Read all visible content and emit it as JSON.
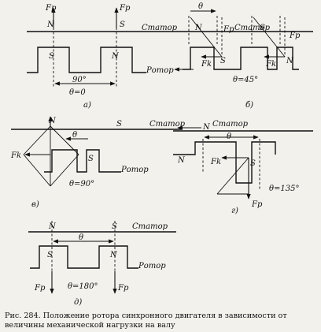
{
  "labels": {
    "stator": "Статор",
    "rotor": "Ротор",
    "N": "N",
    "S": "S",
    "Fp": "Fp",
    "Fk": "Fk",
    "theta": "θ"
  },
  "panels": {
    "a": {
      "tag": "а)",
      "angle": "θ=0",
      "deg": "90°"
    },
    "b": {
      "tag": "б)",
      "angle": "θ=45°"
    },
    "v": {
      "tag": "в)",
      "angle": "θ=90°"
    },
    "g": {
      "tag": "г)",
      "angle": "θ=135°"
    },
    "d": {
      "tag": "д)",
      "angle": "θ=180°"
    }
  },
  "caption": {
    "number": "Рис. 284.",
    "text": "Положение ротора синхронного двигателя в зависимости от величины механической нагрузки на валу"
  }
}
